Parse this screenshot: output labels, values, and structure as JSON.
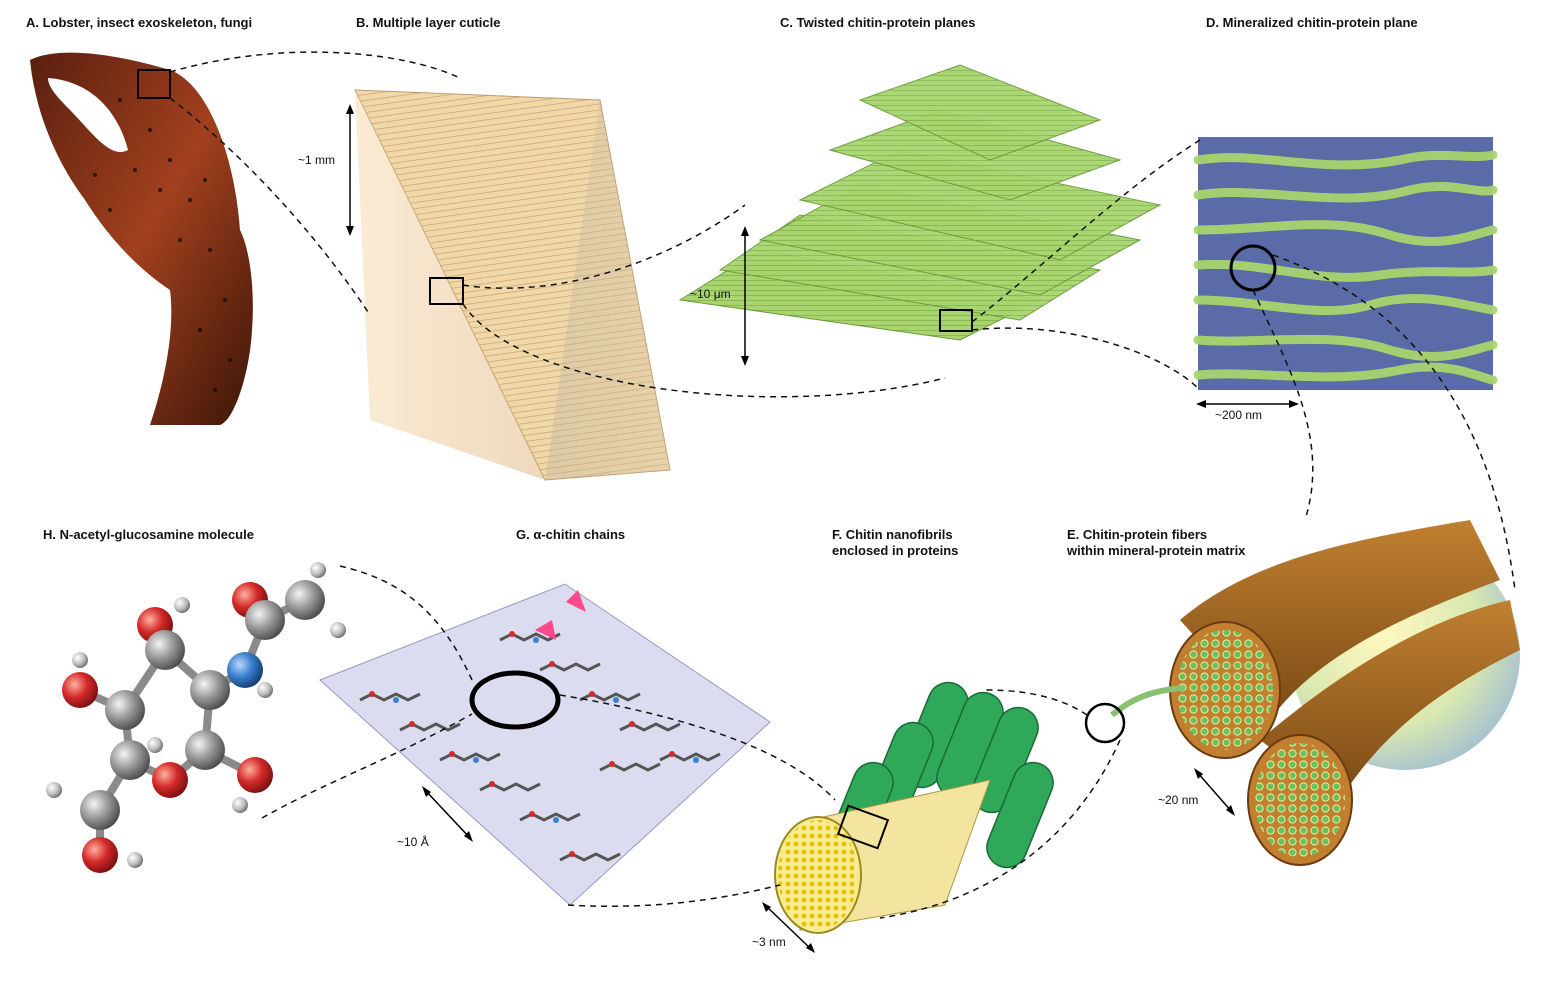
{
  "titles": {
    "a": "A. Lobster, insect exoskeleton, fungi",
    "b": "B. Multiple layer cuticle",
    "c": "C. Twisted chitin-protein planes",
    "d": "D. Mineralized chitin-protein plane",
    "e": "E. Chitin-protein fibers\nwithin mineral-protein matrix",
    "f": "F. Chitin nanofibrils\nenclosed in proteins",
    "g": "G. α-chitin chains",
    "h": "H. N-acetyl-glucosamine molecule"
  },
  "scales": {
    "b": "~1 mm",
    "c": "~10 μm",
    "d": "~200 nm",
    "e": "~20 nm",
    "f": "~3 nm",
    "g": "~10 Å"
  },
  "colors": {
    "lobster": "#7a2e15",
    "cuticle": "#e8c48c",
    "chitin_green": "#a8d56e",
    "mineral_blue": "#5a6ba8",
    "fiber_brown": "#a8671f",
    "protein_green": "#2fa85a",
    "oxygen": "#d42a2a",
    "nitrogen": "#3a7fd0",
    "carbon": "#8c8c8c",
    "hydrogen": "#bdbdbd"
  }
}
